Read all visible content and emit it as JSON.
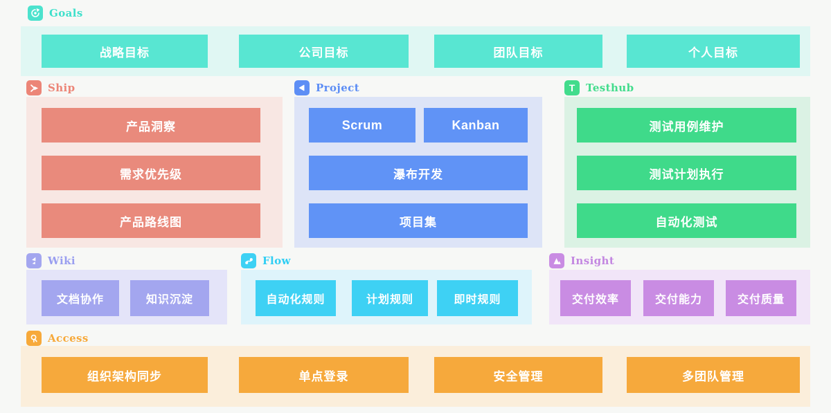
{
  "page": {
    "background": "#f7f8f6"
  },
  "sections": {
    "goals": {
      "label": "Goals",
      "icon": "target-arrow-icon",
      "accent": "#3fe0cb",
      "box_color": "#58e6d2",
      "panel_color": "#e0f7f3",
      "items": [
        "战略目标",
        "公司目标",
        "团队目标",
        "个人目标"
      ]
    },
    "ship": {
      "label": "Ship",
      "icon": "chevron-arrow-icon",
      "accent": "#ec8577",
      "box_color": "#e98a7c",
      "panel_color": "#f8e7e3",
      "items": [
        "产品洞察",
        "需求优先级",
        "产品路线图"
      ]
    },
    "project": {
      "label": "Project",
      "icon": "play-left-icon",
      "accent": "#5d8ef5",
      "box_color": "#6093f6",
      "panel_color": "#dde4f7",
      "items": [
        "Scrum",
        "Kanban",
        "瀑布开发",
        "项目集"
      ]
    },
    "testhub": {
      "label": "Testhub",
      "icon": "letter-t-icon",
      "accent": "#42dc8c",
      "box_color": "#3fda8a",
      "panel_color": "#dbf2e4",
      "items": [
        "测试用例维护",
        "测试计划执行",
        "自动化测试"
      ]
    },
    "wiki": {
      "label": "Wiki",
      "icon": "feather-icon",
      "accent": "#999ef0",
      "box_color": "#a3a6ef",
      "panel_color": "#e4e4f9",
      "items": [
        "文档协作",
        "知识沉淀"
      ]
    },
    "flow": {
      "label": "Flow",
      "icon": "connector-icon",
      "accent": "#2fcef4",
      "box_color": "#3ed1f4",
      "panel_color": "#def4fb",
      "items": [
        "自动化规则",
        "计划规则",
        "即时规则"
      ]
    },
    "insight": {
      "label": "Insight",
      "icon": "mountain-icon",
      "accent": "#c387e1",
      "box_color": "#c98ce3",
      "panel_color": "#f1e5f8",
      "items": [
        "交付效率",
        "交付能力",
        "交付质量"
      ]
    },
    "access": {
      "label": "Access",
      "icon": "key-icon",
      "accent": "#f7a93a",
      "box_color": "#f6a93c",
      "panel_color": "#fbeedb",
      "items": [
        "组织架构同步",
        "单点登录",
        "安全管理",
        "多团队管理"
      ]
    }
  }
}
